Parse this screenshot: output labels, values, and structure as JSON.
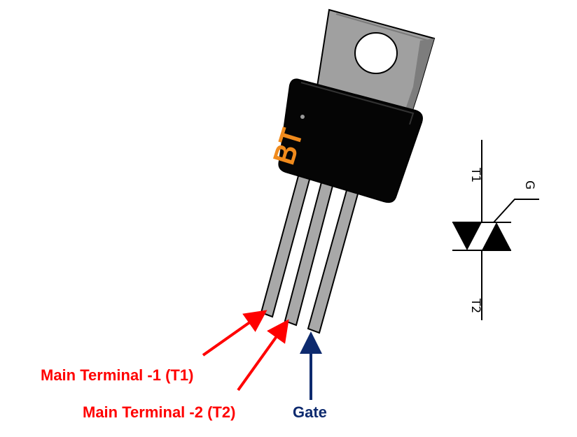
{
  "package": {
    "marking": "BT"
  },
  "callouts": [
    {
      "id": "t1",
      "text": "Main Terminal -1 (T1)",
      "color": "#ff0000"
    },
    {
      "id": "t2",
      "text": "Main Terminal -2 (T2)",
      "color": "#ff0000"
    },
    {
      "id": "gate",
      "text": "Gate",
      "color": "#0d2a6e"
    }
  ],
  "symbol": {
    "t1_label": "T1",
    "t2_label": "T2",
    "g_label": "G"
  },
  "colors": {
    "tab_fill": "#a0a0a0",
    "body_fill": "#050505",
    "lead_fill": "#a8a8a8",
    "marking_color": "#f08a1c",
    "arrow_red": "#ff0000",
    "arrow_blue": "#0d2a6e"
  }
}
